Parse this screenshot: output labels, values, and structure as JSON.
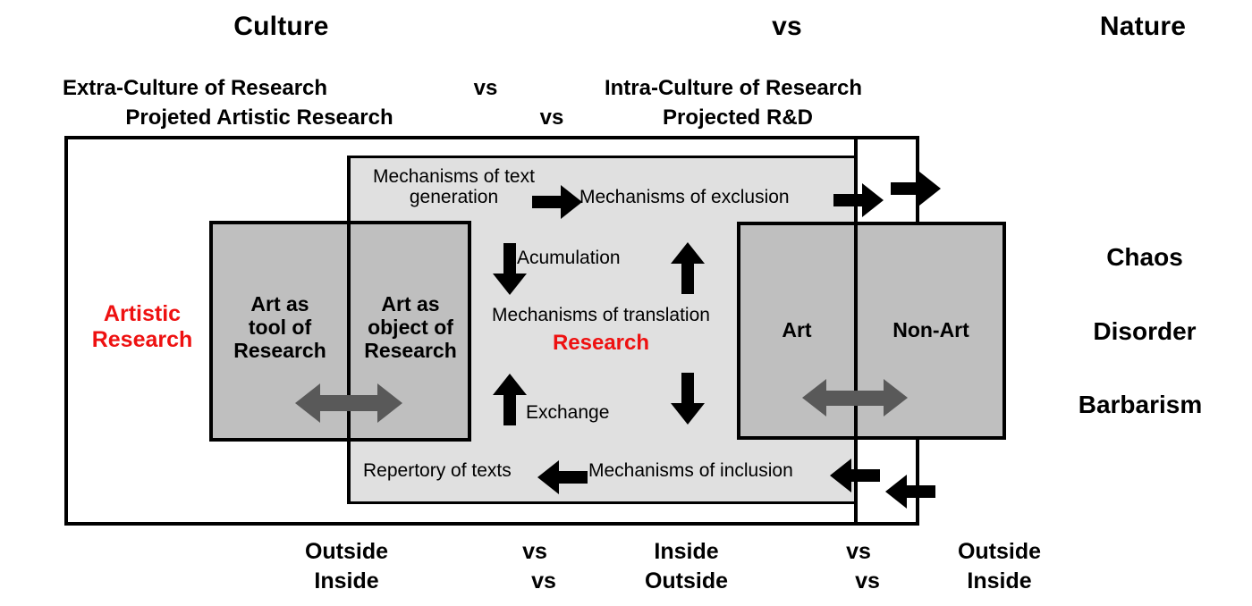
{
  "header": {
    "top_row": [
      {
        "text": "Culture"
      },
      {
        "text": "vs"
      },
      {
        "text": "Nature"
      }
    ],
    "row2": [
      {
        "text": "Extra-Culture of Research"
      },
      {
        "text": "vs"
      },
      {
        "text": "Intra-Culture of Research"
      }
    ],
    "row3": [
      {
        "text": "Projeted Artistic Research"
      },
      {
        "text": "vs"
      },
      {
        "text": "Projected R&D"
      }
    ]
  },
  "left_label": {
    "line1": "Artistic",
    "line2": "Research",
    "color": "#ee1111"
  },
  "left_boxes": [
    {
      "lines": [
        "Art as",
        "tool of",
        "Research"
      ]
    },
    {
      "lines": [
        "Art as",
        "object of",
        "Research"
      ]
    }
  ],
  "right_boxes": [
    {
      "lines": [
        "Art"
      ]
    },
    {
      "lines": [
        "Non-Art"
      ]
    }
  ],
  "center": {
    "text_generation": "Mechanisms of text generation",
    "exclusion": "Mechanisms of exclusion",
    "accumulation": "Acumulation",
    "translation": "Mechanisms of translation",
    "research": "Research",
    "research_color": "#ee1111",
    "exchange": "Exchange",
    "repertory": "Repertory of texts",
    "inclusion": "Mechanisms of inclusion"
  },
  "right_words": [
    "Chaos",
    "Disorder",
    "Barbarism"
  ],
  "bottom_row": {
    "top": [
      "Outside",
      "vs",
      "Inside",
      "vs",
      "Outside"
    ],
    "bottom": [
      "Inside",
      "vs",
      "Outside",
      "vs",
      "Inside"
    ]
  },
  "icons": {
    "arrow_right_black": "arrow-right-icon",
    "arrow_left_black": "arrow-left-icon",
    "arrow_down_black": "arrow-down-icon",
    "arrow_up_black": "arrow-up-icon",
    "arrow_double_gray": "double-arrow-horizontal-icon"
  },
  "colors": {
    "frame": "#000000",
    "light_fill": "#e0e0e0",
    "dark_fill": "#bfbfbf",
    "gray_arrow": "#595959",
    "accent_red": "#ee1111"
  }
}
